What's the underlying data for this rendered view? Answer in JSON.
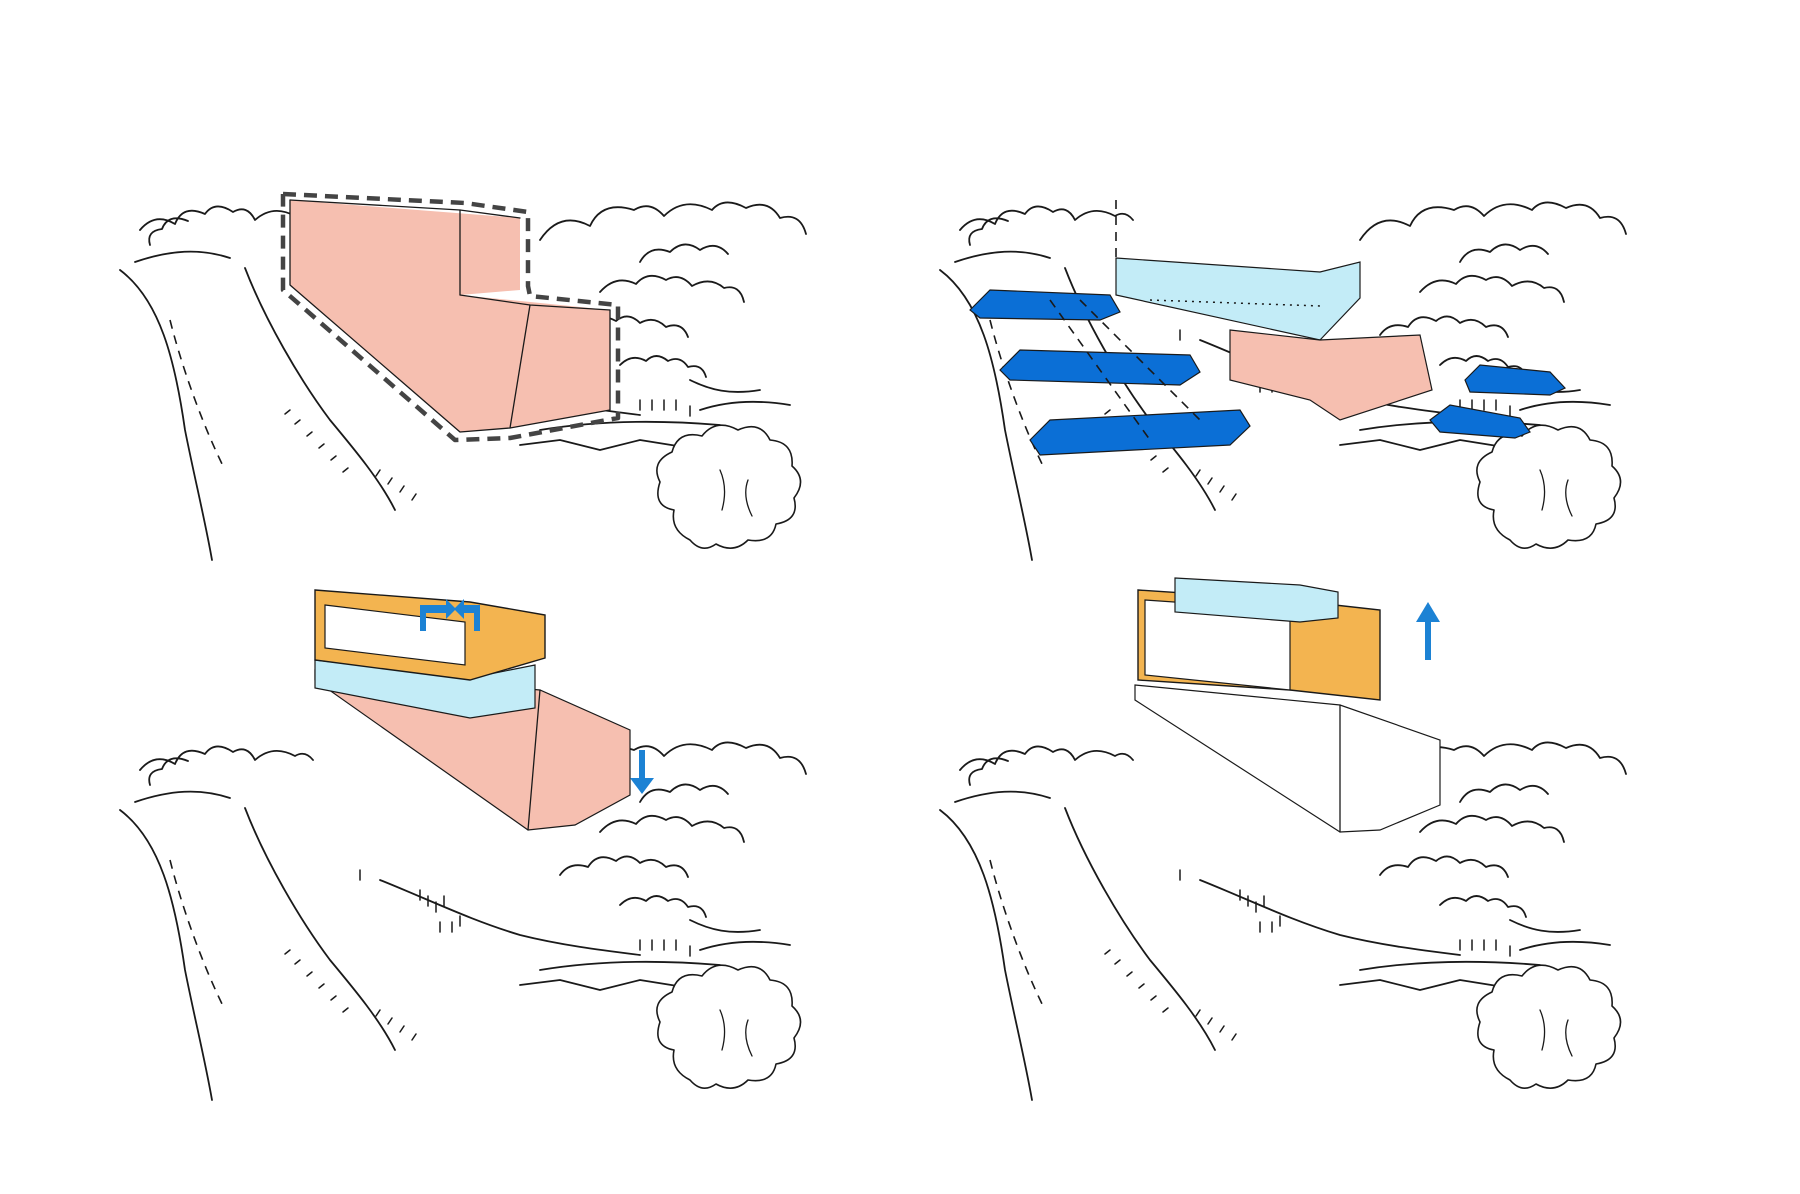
{
  "colors": {
    "ink": "#1a1a1a",
    "existing_volume": "#f6bfb0",
    "new_floor": "#c3ecf7",
    "parking": "#0b6fd6",
    "crown": "#f3b450",
    "arrow_blue": "#1c82d4"
  },
  "panels": [
    {
      "name": "existing-volume-panel",
      "step": 1
    },
    {
      "name": "parking-decks-panel",
      "step": 2
    },
    {
      "name": "rotated-crown-panel",
      "step": 3,
      "icons": [
        "rotate-arrows-icon",
        "down-arrow-icon"
      ]
    },
    {
      "name": "raised-crown-panel",
      "step": 4,
      "icons": [
        "up-arrow-icon"
      ]
    }
  ]
}
